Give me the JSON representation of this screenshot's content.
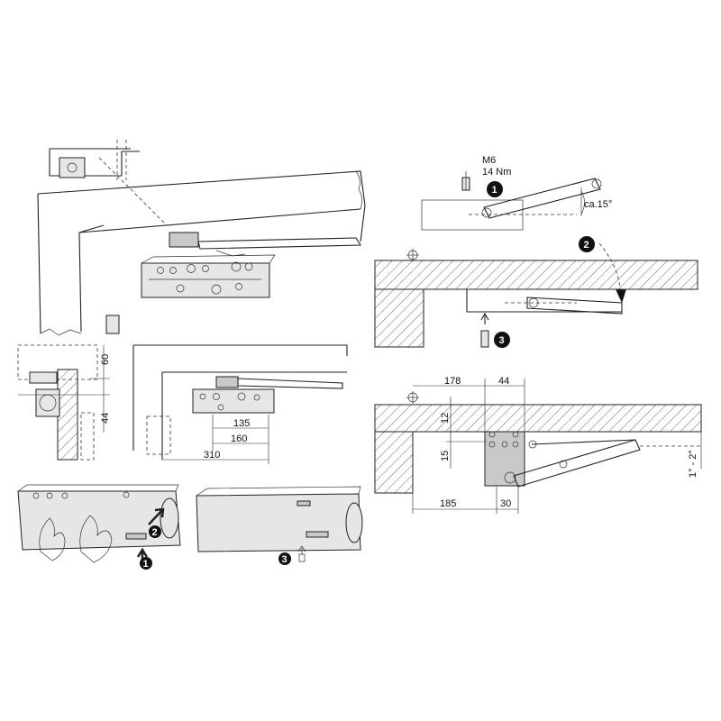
{
  "screw_label": {
    "size": "M6",
    "torque": "14 Nm"
  },
  "angle_label": "ca.15°",
  "step_numbers": [
    "1",
    "2",
    "3"
  ],
  "left_dims": {
    "d60": "60",
    "d44": "44",
    "d135": "135",
    "d160": "160",
    "d310": "310"
  },
  "right_dims": {
    "d178": "178",
    "d44": "44",
    "d12": "12",
    "d15": "15",
    "d185": "185",
    "d30": "30",
    "angle": "1° - 2°"
  },
  "colors": {
    "line": "#222222",
    "body": "#e6e6e6",
    "grey": "#c9c9c9",
    "marker": "#111111"
  }
}
